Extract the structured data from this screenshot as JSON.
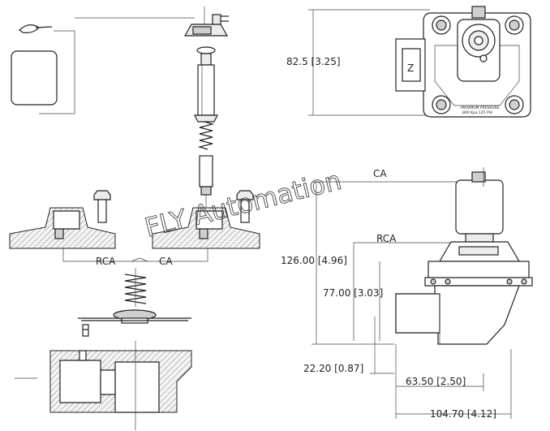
{
  "watermark": "FLY Automation",
  "exploded_view": {
    "left_flow_label": "RCA",
    "right_flow_label": "CA"
  },
  "top_view": {
    "height_dimension": "82.5 [3.25]",
    "rating_plate_line1": "MAXIMUM PRESSURE",
    "rating_plate_line2": "860 Kpa     125 PSI",
    "solenoid_letter": "Z"
  },
  "side_view": {
    "ca_label": "CA",
    "rca_label": "RCA",
    "overall_height_dimension": "126.00 [4.96]",
    "mid_height_dimension": "77.00 [3.03]",
    "bottom_height_dimension": "22.20 [0.87]",
    "center_width_dimension": "63.50 [2.50]",
    "overall_width_dimension": "104.70 [4.12]"
  }
}
